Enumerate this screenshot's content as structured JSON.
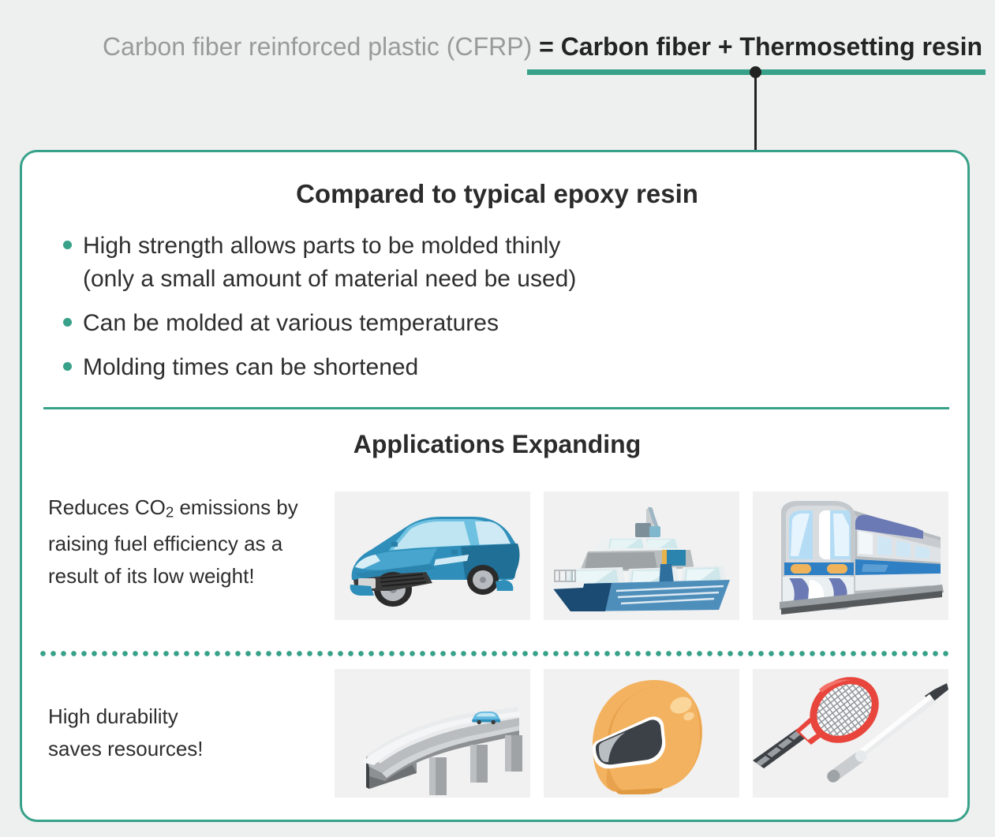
{
  "header": {
    "equation_left": "Carbon fiber reinforced plastic (CFRP)",
    "equation_right": "= Carbon fiber + Thermosetting resin",
    "accent_color": "#38a189",
    "grey_color": "#9a9a9a",
    "dark_color": "#242424"
  },
  "card": {
    "compare_heading": "Compared to typical epoxy resin",
    "bullets": [
      "High strength allows parts to be molded thinly\n(only a small amount of material need be used)",
      "Can be molded at various temperatures",
      "Molding times can be shortened"
    ],
    "applications_heading": "Applications Expanding",
    "rows": [
      {
        "caption_pre": "Reduces CO",
        "caption_sub": "2",
        "caption_post": " emissions by raising fuel efficiency as a result of its low weight!",
        "caption_full": "Reduces CO2 emissions by raising fuel efficiency as a result of its low weight!",
        "thumbs": [
          {
            "name": "car-image",
            "alt": "blue sedan car"
          },
          {
            "name": "boat-image",
            "alt": "blue and white passenger boat"
          },
          {
            "name": "train-image",
            "alt": "commuter train with blue stripe"
          }
        ]
      },
      {
        "caption_full": "High durability\nsaves resources!",
        "thumbs": [
          {
            "name": "bridge-image",
            "alt": "curved elevated concrete bridge with car"
          },
          {
            "name": "helmet-image",
            "alt": "orange full-face racing helmet"
          },
          {
            "name": "sports-equipment-image",
            "alt": "red tennis racket and golf club"
          }
        ]
      }
    ]
  }
}
